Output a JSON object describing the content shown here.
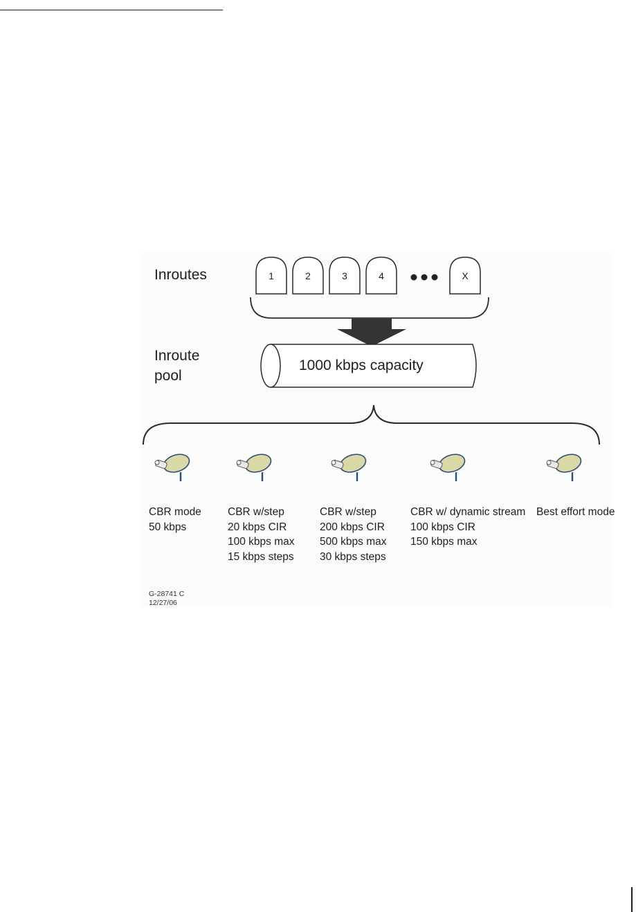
{
  "inroutes_label": "Inroutes",
  "pool_label_line1": "Inroute",
  "pool_label_line2": "pool",
  "inroutes": [
    "1",
    "2",
    "3",
    "4",
    "X"
  ],
  "ellipsis": "●●●",
  "pool_capacity": "1000 kbps capacity",
  "terminals": [
    {
      "lines": [
        "CBR mode",
        "50 kbps"
      ]
    },
    {
      "lines": [
        "CBR w/step",
        "20 kbps CIR",
        "100 kbps max",
        "15 kbps steps"
      ]
    },
    {
      "lines": [
        "CBR w/step",
        "200 kbps CIR",
        "500 kbps max",
        "30 kbps steps"
      ]
    },
    {
      "lines": [
        "CBR w/ dynamic stream",
        "100 kbps CIR",
        "150 kbps max"
      ]
    },
    {
      "lines": [
        "Best effort mode"
      ]
    }
  ],
  "figure_id": "G-28741 C",
  "figure_date": "12/27/06",
  "colors": {
    "dish_fill": "#d9d8a6",
    "dish_stroke": "#2d4e73",
    "arrow": "#333333",
    "line": "#2a2a2a"
  }
}
